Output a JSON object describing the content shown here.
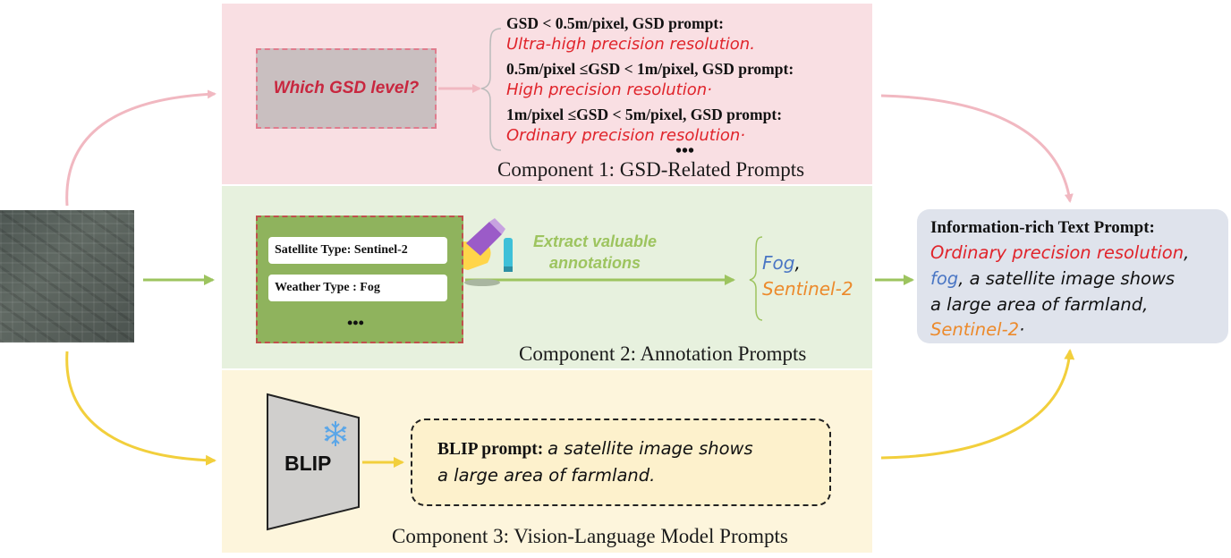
{
  "component1": {
    "title": "Component 1: GSD-Related Prompts",
    "question": "Which GSD level?",
    "rules": [
      {
        "condition": "GSD < 0.5m/pixel, GSD prompt:",
        "prompt": "Ultra-high precision resolution."
      },
      {
        "condition": "0.5m/pixel ≤GSD < 1m/pixel, GSD prompt:",
        "prompt": "High precision resolution·"
      },
      {
        "condition": "1m/pixel ≤GSD < 5m/pixel, GSD prompt:",
        "prompt": "Ordinary precision resolution·"
      }
    ],
    "ellipsis": "•••"
  },
  "component2": {
    "title": "Component 2: Annotation Prompts",
    "tags": [
      "Satellite Type: Sentinel-2",
      "Weather Type : Fog"
    ],
    "ellipsis": "•••",
    "extract_line1": "Extract valuable",
    "extract_line2": "annotations",
    "outputs": [
      "Fog",
      ",",
      "Sentinel-2"
    ]
  },
  "component3": {
    "title": "Component 3: Vision-Language Model Prompts",
    "model": "BLIP",
    "prompt_label": "BLIP prompt:",
    "prompt_line1": "a satellite image shows",
    "prompt_line2": "a large area of farmland."
  },
  "output": {
    "title": "Information-rich Text Prompt:",
    "line1": "Ordinary precision resolution",
    "line1_comma": ",",
    "line2_fog": "fog",
    "line2_rest": ", a satellite image shows",
    "line3": "a large area of farmland,",
    "line4": "Sentinel-2",
    "line4_dot": "·"
  },
  "colors": {
    "red_prompt": "#e0242b",
    "blue_fog": "#4a76c4",
    "orange_sentinel": "#ec8a2c",
    "pink_arrow": "#f1b8c1",
    "green_arrow": "#9dc45f",
    "yellow_arrow": "#f2cf3c"
  },
  "icons": [
    "annotation-pen-icon",
    "snowflake-icon",
    "encoder-trapezoid-icon"
  ]
}
